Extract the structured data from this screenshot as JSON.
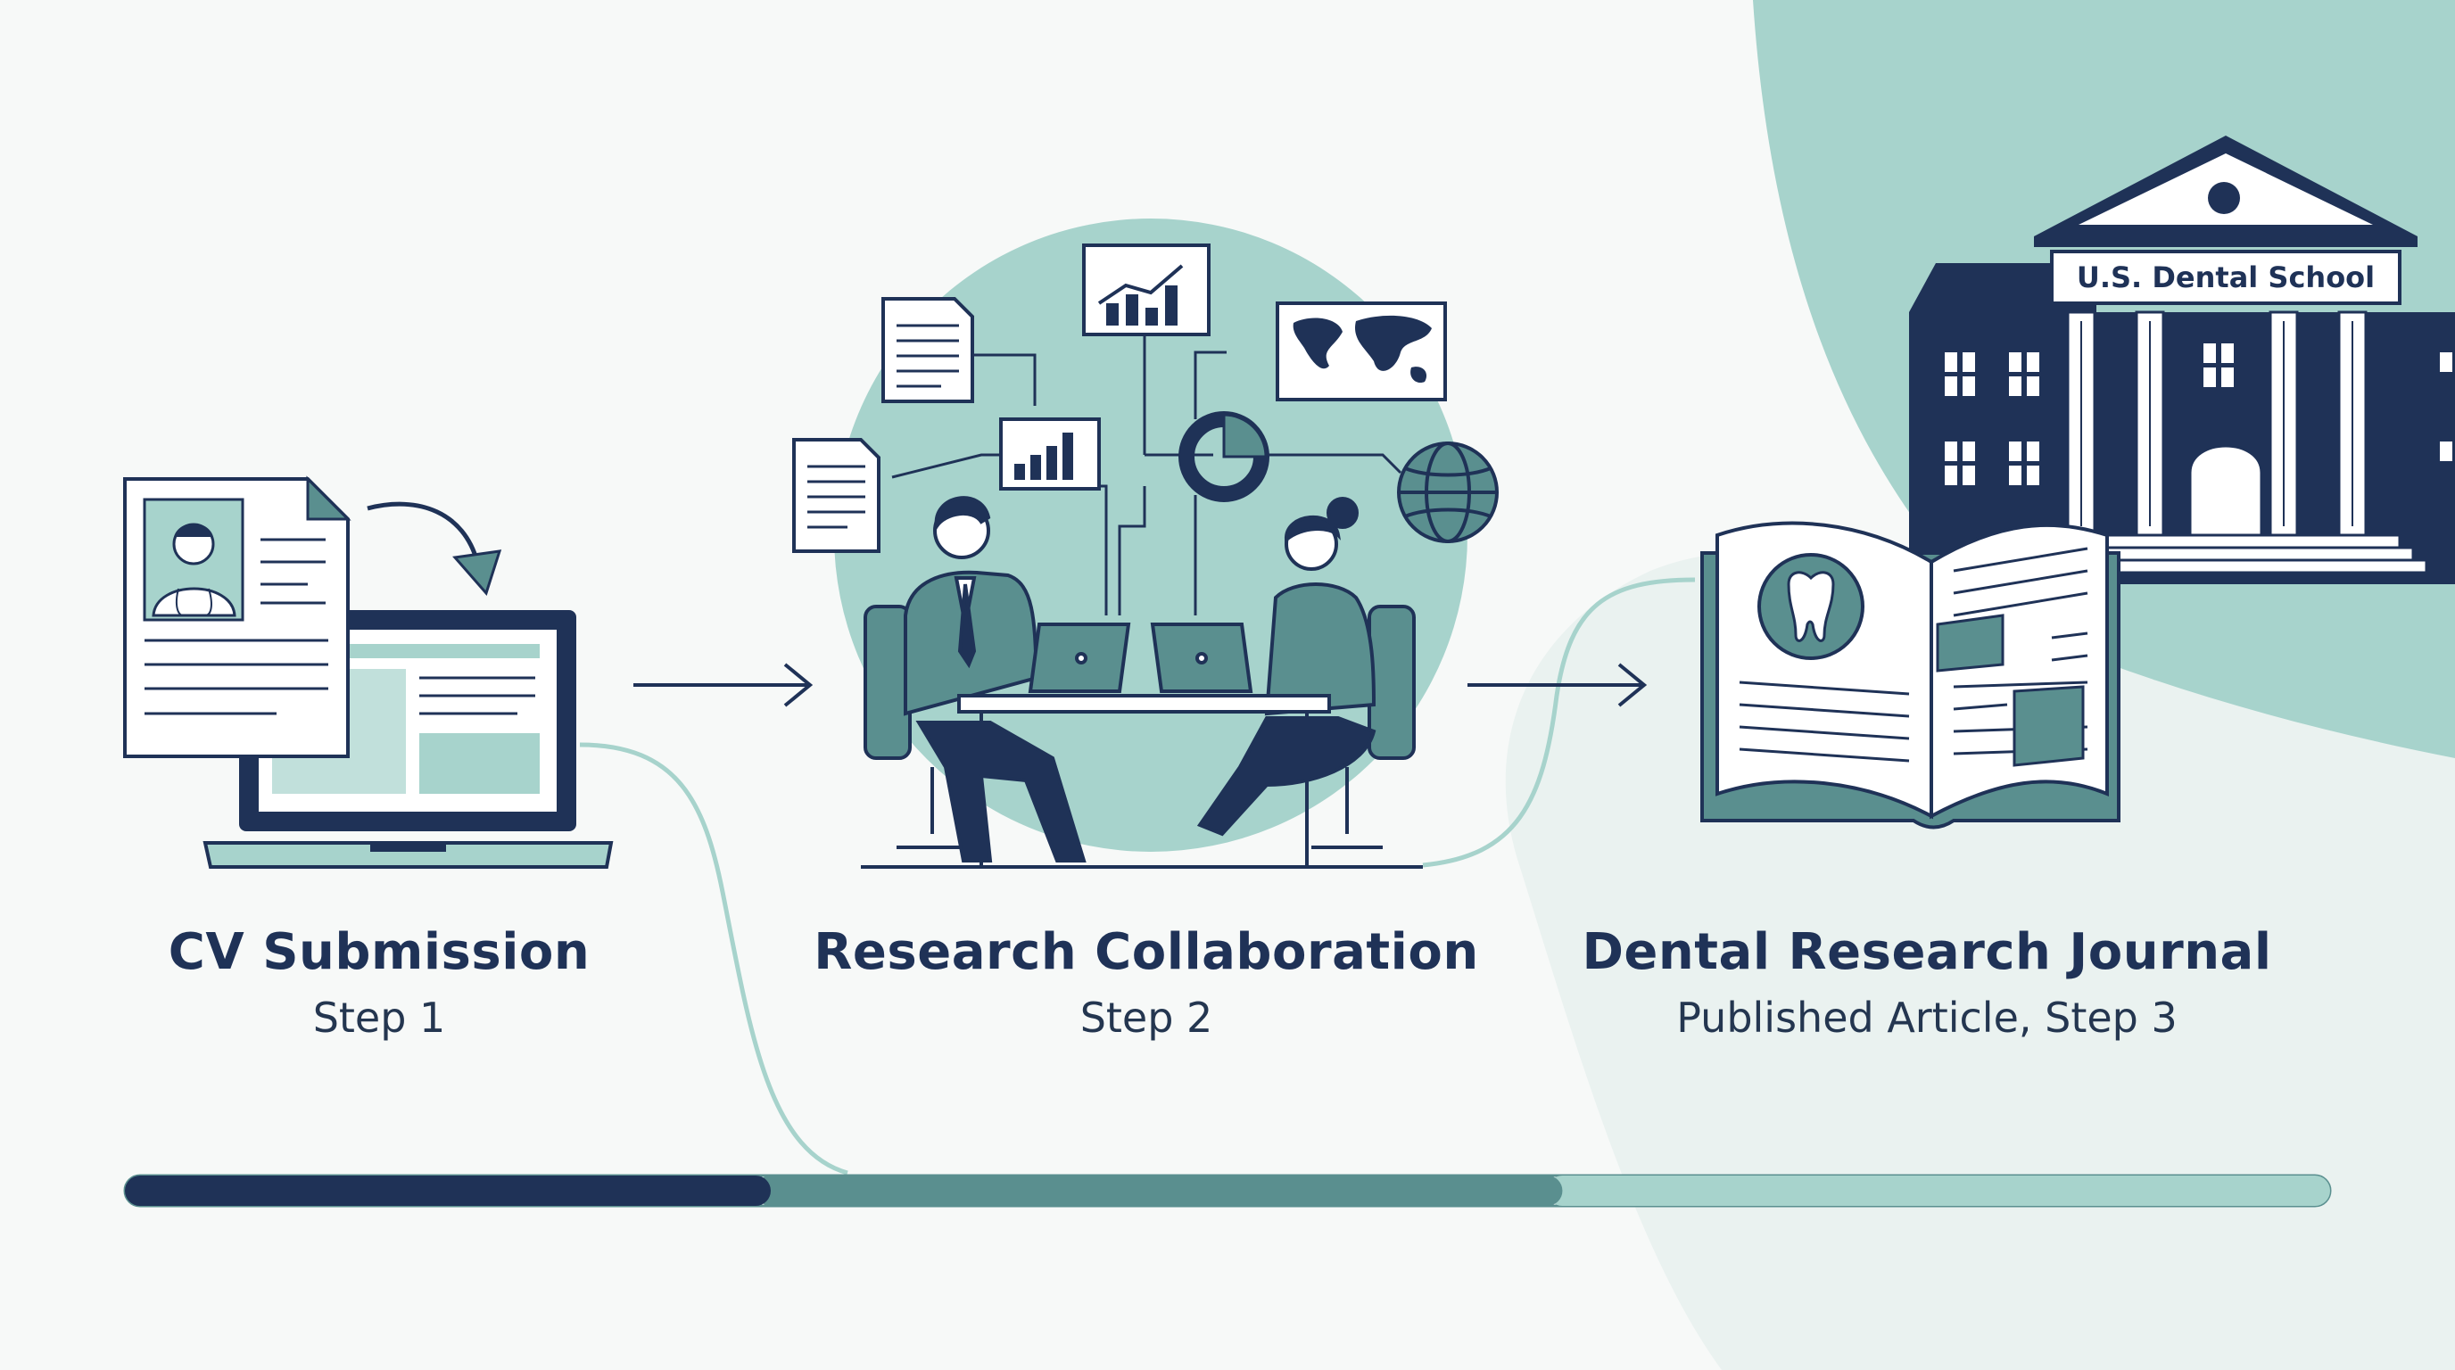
{
  "colors": {
    "navy": "#1f3257",
    "teal_mid": "#5a8f8f",
    "teal_light": "#a7d3cc",
    "background": "#f7f9f8"
  },
  "building": {
    "sign": "U.S. Dental School"
  },
  "steps": [
    {
      "title": "CV Submission",
      "subtitle": "Step 1",
      "icon": "cv-laptop-icon"
    },
    {
      "title": "Research Collaboration",
      "subtitle": "Step 2",
      "icon": "collaboration-icon"
    },
    {
      "title": "Dental Research Journal",
      "subtitle": "Published Article, Step 3",
      "icon": "journal-icon"
    }
  ],
  "progress": {
    "segments": [
      {
        "label": "step-1",
        "fraction": 0.286,
        "color": "#1f3257"
      },
      {
        "label": "step-2",
        "fraction": 0.359,
        "color": "#5a8f8f"
      },
      {
        "label": "step-3",
        "fraction": 0.355,
        "color": "#a7d3cc"
      }
    ]
  }
}
